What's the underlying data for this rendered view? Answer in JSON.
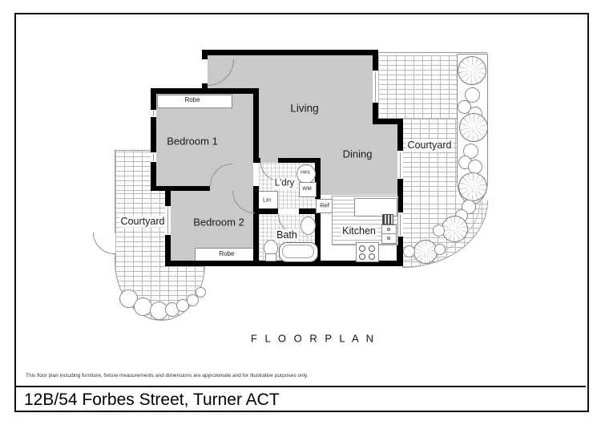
{
  "page": {
    "plan_title": "F L O O R   P L A N",
    "address": "12B/54 Forbes Street, Turner ACT",
    "disclaimer": "This floor plan including furniture, fixture measurements and dimensions are approximate and for illustrative purposes only."
  },
  "rooms": {
    "living": "Living",
    "dining": "Dining",
    "bedroom1": "Bedroom 1",
    "bedroom2": "Bedroom 2",
    "bath": "Bath",
    "kitchen": "Kitchen",
    "laundry": "L'dry",
    "courtyard_left": "Courtyard",
    "courtyard_right": "Courtyard"
  },
  "fixtures": {
    "robe1": "Robe",
    "robe2": "Robe",
    "linen": "Lin",
    "fridge": "Ref",
    "hot_water": "HWS",
    "washer": "WM"
  },
  "colors": {
    "floor_gray": "#c9c9c9",
    "wall_black": "#000000",
    "outline_gray": "#999999"
  }
}
